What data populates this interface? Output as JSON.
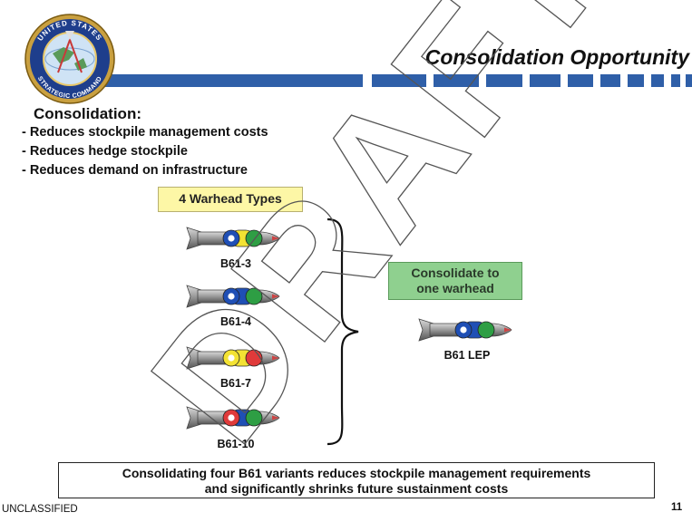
{
  "seal": {
    "icon": "strategic-command-seal",
    "text_top": "UNITED STATES",
    "text_bottom": "STRATEGIC COMMAND"
  },
  "title": "Consolidation Opportunity",
  "intro": {
    "heading": "Consolidation:",
    "bullets": [
      "-  Reduces stockpile management costs",
      "-  Reduces hedge stockpile",
      "-  Reduces demand on infrastructure"
    ]
  },
  "types_label": "4 Warhead Types",
  "warheads": [
    {
      "label": "B61-3",
      "left_dot": "#1f4fb5",
      "mid_band": "#f3e233",
      "right_dot": "#2e9e44"
    },
    {
      "label": "B61-4",
      "left_dot": "#1f4fb5",
      "mid_band": "#1f4fb5",
      "right_dot": "#2e9e44"
    },
    {
      "label": "B61-7",
      "left_dot": "#f3e233",
      "mid_band": "#f3e233",
      "right_dot": "#e03a3a"
    },
    {
      "label": "B61-10",
      "left_dot": "#e03a3a",
      "mid_band": "#1f4fb5",
      "right_dot": "#2e9e44"
    }
  ],
  "consolidate_label": "Consolidate to\none warhead",
  "result": {
    "label": "B61 LEP",
    "left_dot": "#1f4fb5",
    "mid_band": "#1f4fb5",
    "right_dot": "#2e9e44"
  },
  "watermark": "DRAFT",
  "footer": "Consolidating four B61 variants reduces stockpile management requirements\nand significantly shrinks future sustainment costs",
  "classification": "UNCLASSIFIED",
  "page_number": "11",
  "colors": {
    "band_blue": "#2f5fa8",
    "types_box": "#fdf7a6",
    "consolidate_box": "#8fd08f"
  }
}
